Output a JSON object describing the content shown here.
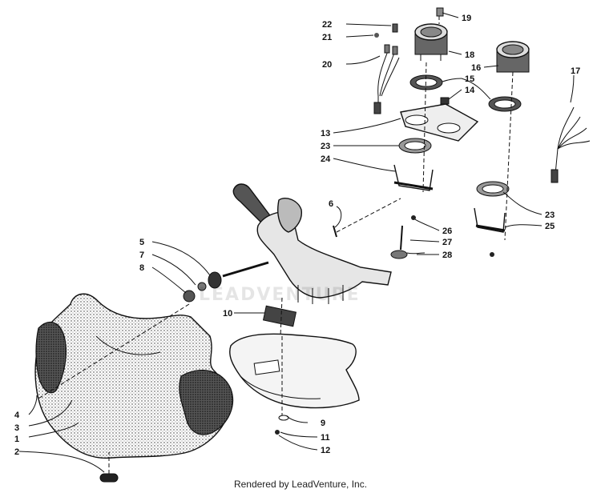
{
  "watermark": "LEADVENTURE",
  "footer": "Rendered by LeadVenture, Inc.",
  "callouts": [
    "1",
    "2",
    "3",
    "4",
    "5",
    "6",
    "7",
    "8",
    "9",
    "10",
    "11",
    "12",
    "13",
    "14",
    "15",
    "16",
    "17",
    "18",
    "19",
    "20",
    "21",
    "22",
    "23",
    "23",
    "24",
    "25",
    "26",
    "27",
    "28"
  ]
}
